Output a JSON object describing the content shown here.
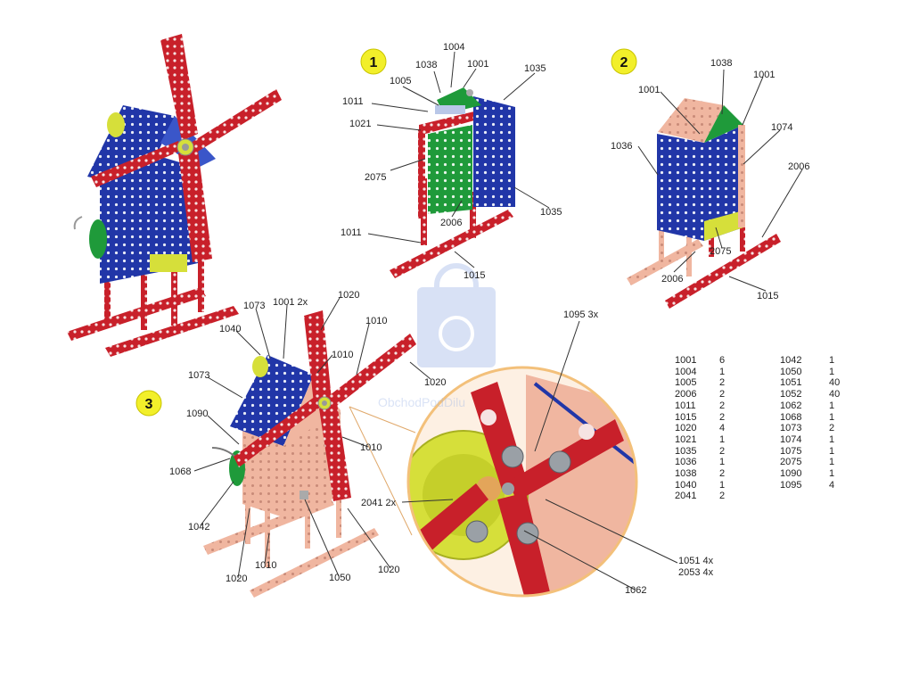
{
  "colors": {
    "blue_plate": "#2136a8",
    "red_strip": "#c8202a",
    "green_plate": "#1f9a3a",
    "salmon_plate": "#f0b6a0",
    "yellow_wheel": "#d6df3a",
    "step_badge": "#f2ef2a",
    "inset_ring": "#f3c07a"
  },
  "steps": [
    {
      "number": "1"
    },
    {
      "number": "2"
    },
    {
      "number": "3"
    }
  ],
  "step1_labels": [
    "1004",
    "1038",
    "1001",
    "1005",
    "1035",
    "1011",
    "1021",
    "2075",
    "2006",
    "1035",
    "1011",
    "1015"
  ],
  "step2_labels": [
    "1038",
    "1001",
    "1001",
    "1074",
    "1036",
    "2006",
    "2075",
    "2006",
    "1015"
  ],
  "step3_labels": [
    "1073",
    "1001 2x",
    "1020",
    "1010",
    "1040",
    "1010",
    "1073",
    "1020",
    "1090",
    "1068",
    "1010",
    "1042",
    "1020",
    "1010",
    "1050",
    "1020",
    "2041 2x"
  ],
  "inset_labels": [
    "1095 3x",
    "1051 4x",
    "2053 4x",
    "1062"
  ],
  "watermark": {
    "text": "ObchodPodDilu"
  },
  "parts_table": [
    {
      "code": "1001",
      "qty": "6",
      "code2": "1042",
      "qty2": "1"
    },
    {
      "code": "1004",
      "qty": "1",
      "code2": "1050",
      "qty2": "1"
    },
    {
      "code": "1005",
      "qty": "2",
      "code2": "1051",
      "qty2": "40"
    },
    {
      "code": "2006",
      "qty": "2",
      "code2": "1052",
      "qty2": "40"
    },
    {
      "code": "1011",
      "qty": "2",
      "code2": "1062",
      "qty2": "1"
    },
    {
      "code": "1015",
      "qty": "2",
      "code2": "1068",
      "qty2": "1"
    },
    {
      "code": "1020",
      "qty": "4",
      "code2": "1073",
      "qty2": "2"
    },
    {
      "code": "1021",
      "qty": "1",
      "code2": "1074",
      "qty2": "1"
    },
    {
      "code": "1035",
      "qty": "2",
      "code2": "1075",
      "qty2": "1"
    },
    {
      "code": "1036",
      "qty": "1",
      "code2": "2075",
      "qty2": "1"
    },
    {
      "code": "1038",
      "qty": "2",
      "code2": "1090",
      "qty2": "1"
    },
    {
      "code": "1040",
      "qty": "1",
      "code2": "1095",
      "qty2": "4"
    },
    {
      "code": "2041",
      "qty": "2",
      "code2": "",
      "qty2": ""
    }
  ]
}
